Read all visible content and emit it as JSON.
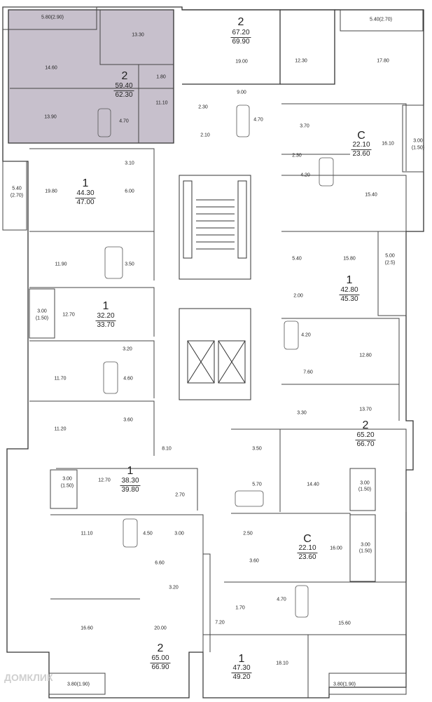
{
  "colors": {
    "highlight": "#c7c0cc",
    "wall": "#333333",
    "accent_room": "#bdb4c2"
  },
  "apartments": [
    {
      "rooms": "2",
      "total": "59.40",
      "living": "62.30",
      "highlighted": true
    },
    {
      "rooms": "2",
      "total": "67.20",
      "living": "69.90"
    },
    {
      "rooms": "C",
      "total": "22.10",
      "living": "23.60"
    },
    {
      "rooms": "1",
      "total": "44.30",
      "living": "47.00"
    },
    {
      "rooms": "1",
      "total": "42.80",
      "living": "45.30"
    },
    {
      "rooms": "1",
      "total": "32.20",
      "living": "33.70"
    },
    {
      "rooms": "2",
      "total": "65.20",
      "living": "66.70"
    },
    {
      "rooms": "1",
      "total": "38.30",
      "living": "39.80"
    },
    {
      "rooms": "C",
      "total": "22.10",
      "living": "23.60"
    },
    {
      "rooms": "2",
      "total": "65.00",
      "living": "66.90"
    },
    {
      "rooms": "1",
      "total": "47.30",
      "living": "49.20"
    }
  ],
  "room_labels": [
    "5.80(2.90)",
    "13.30",
    "14.60",
    "1.80",
    "11.10",
    "13.90",
    "4.70",
    "2.30",
    "2.10",
    "19.00",
    "12.30",
    "9.00",
    "4.70",
    "5.40(2.70)",
    "17.80",
    "3.70",
    "16.10",
    "2.30",
    "3.00",
    "(1.50)",
    "3.10",
    "5.40",
    "(2.70)",
    "19.80",
    "6.00",
    "11.90",
    "3.50",
    "4.20",
    "15.40",
    "5.40",
    "15.80",
    "5.00",
    "(2.5)",
    "2.00",
    "3.00",
    "(1.50)",
    "12.70",
    "3.20",
    "11.70",
    "4.60",
    "11.20",
    "3.60",
    "4.20",
    "12.80",
    "7.60",
    "13.70",
    "3.30",
    "8.10",
    "3.00",
    "(1.50)",
    "12.70",
    "2.70",
    "3.50",
    "5.70",
    "14.40",
    "3.00",
    "(1.50)",
    "11.10",
    "4.50",
    "3.00",
    "6.60",
    "2.50",
    "3.60",
    "16.00",
    "3.00",
    "(1.50)",
    "3.20",
    "20.00",
    "16.60",
    "1.70",
    "4.70",
    "15.60",
    "7.20",
    "18.10",
    "3.80(1.90)",
    "3.80(1.90)"
  ],
  "watermark": "ДОМКЛИК"
}
